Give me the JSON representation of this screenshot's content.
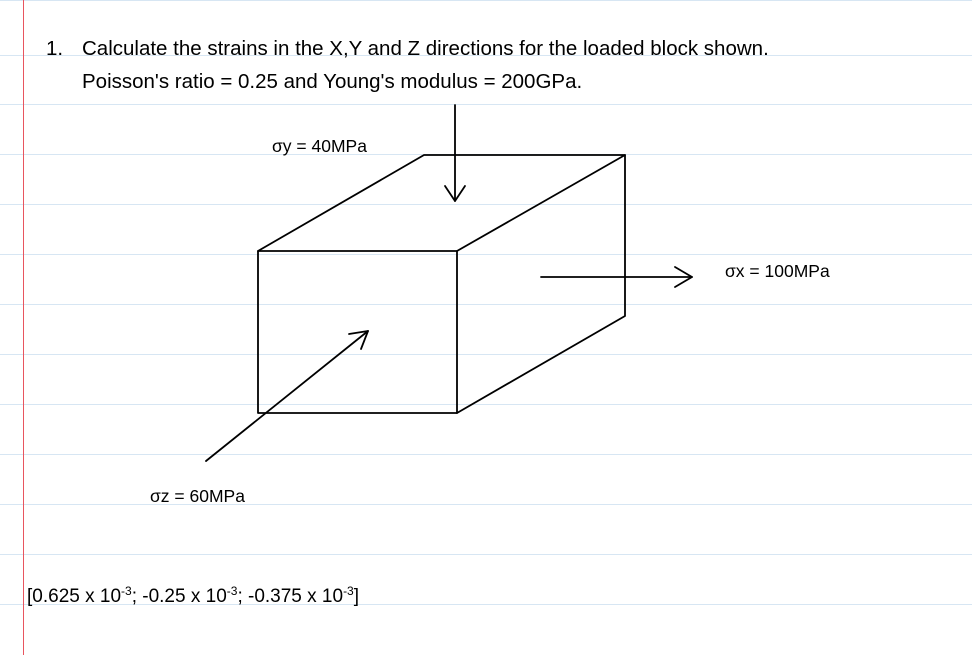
{
  "question": {
    "number": "1.",
    "line1": "Calculate the strains in the X,Y and Z directions for the loaded block shown.",
    "line2": "Poisson's ratio = 0.25 and Young's modulus = 200GPa."
  },
  "diagram": {
    "stress_y_label": "σy = 40MPa",
    "stress_x_label": "σx = 100MPa",
    "stress_z_label": "σz = 60MPa"
  },
  "answer": {
    "open": "[0.625 x 10",
    "exp1": "-3",
    "sep1": "; -0.25 x 10",
    "exp2": "-3",
    "sep2": "; -0.375 x 10",
    "exp3": "-3",
    "close": "]"
  },
  "colors": {
    "ruled_line": "#d7e6f3",
    "margin_line": "#e8555f",
    "ink": "#000000"
  }
}
